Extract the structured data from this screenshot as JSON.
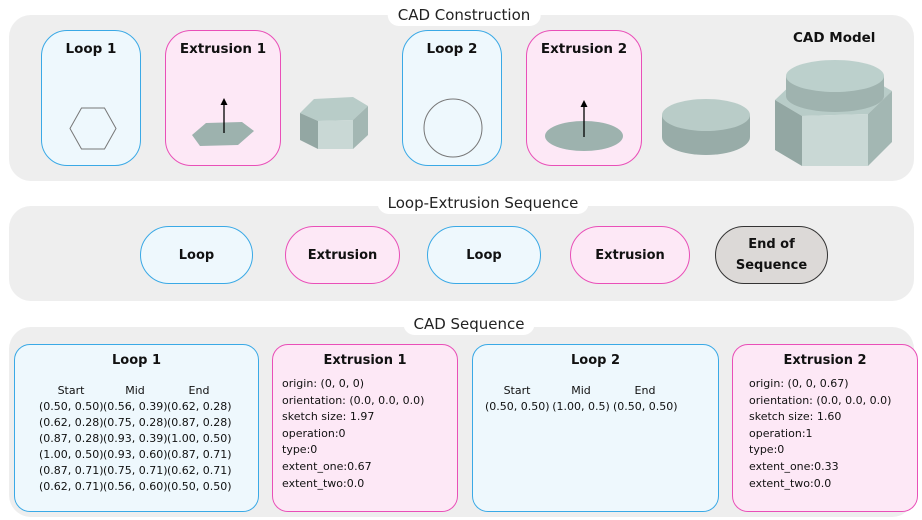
{
  "sections": {
    "construction": "CAD Construction",
    "loop_extrusion": "Loop-Extrusion Sequence",
    "cad_sequence": "CAD Sequence"
  },
  "construction": {
    "loop1": "Loop 1",
    "extrusion1": "Extrusion 1",
    "loop2": "Loop 2",
    "extrusion2": "Extrusion 2",
    "model": "CAD Model"
  },
  "sequence_tokens": [
    "Loop",
    "Extrusion",
    "Loop",
    "Extrusion",
    "End of Sequence"
  ],
  "cad_sequence": {
    "loop1": {
      "title": "Loop 1",
      "headers": [
        "Start",
        "Mid",
        "End"
      ],
      "rows": [
        [
          "(0.50, 0.50)",
          "(0.56, 0.39)",
          "(0.62, 0.28)"
        ],
        [
          "(0.62, 0.28)",
          "(0.75, 0.28)",
          "(0.87, 0.28)"
        ],
        [
          "(0.87, 0.28)",
          "(0.93, 0.39)",
          "(1.00, 0.50)"
        ],
        [
          "(1.00, 0.50)",
          "(0.93, 0.60)",
          "(0.87, 0.71)"
        ],
        [
          "(0.87, 0.71)",
          "(0.75, 0.71)",
          "(0.62, 0.71)"
        ],
        [
          "(0.62, 0.71)",
          "(0.56, 0.60)",
          "(0.50, 0.50)"
        ]
      ]
    },
    "extrusion1": {
      "title": "Extrusion 1",
      "params": [
        "origin: (0, 0, 0)",
        "orientation:  (0.0, 0.0, 0.0)",
        "sketch size: 1.97",
        "operation:0",
        "type:0",
        "extent_one:0.67",
        "extent_two:0.0"
      ]
    },
    "loop2": {
      "title": "Loop 2",
      "headers": [
        "Start",
        "Mid",
        "End"
      ],
      "rows": [
        [
          "(0.50, 0.50)",
          "(1.00, 0.5)",
          "(0.50, 0.50)"
        ]
      ]
    },
    "extrusion2": {
      "title": "Extrusion 2",
      "params": [
        "origin: (0, 0, 0.67)",
        "orientation: (0.0, 0.0, 0.0)",
        "sketch size: 1.60",
        "operation:1",
        "type:0",
        "extent_one:0.33",
        "extent_two:0.0"
      ]
    }
  },
  "colors": {
    "loop_border": "#3aa9e6",
    "loop_fill": "#eef8fd",
    "extrusion_border": "#e94fb8",
    "extrusion_fill": "#fde8f6",
    "end_fill": "#dcd9d7",
    "solid": "#a9bdb9"
  },
  "icons": [
    "hexagon-outline-icon",
    "extrusion-arrow-icon",
    "hexagonal-prism-icon",
    "circle-outline-icon",
    "cylinder-icon",
    "cad-model-icon"
  ]
}
